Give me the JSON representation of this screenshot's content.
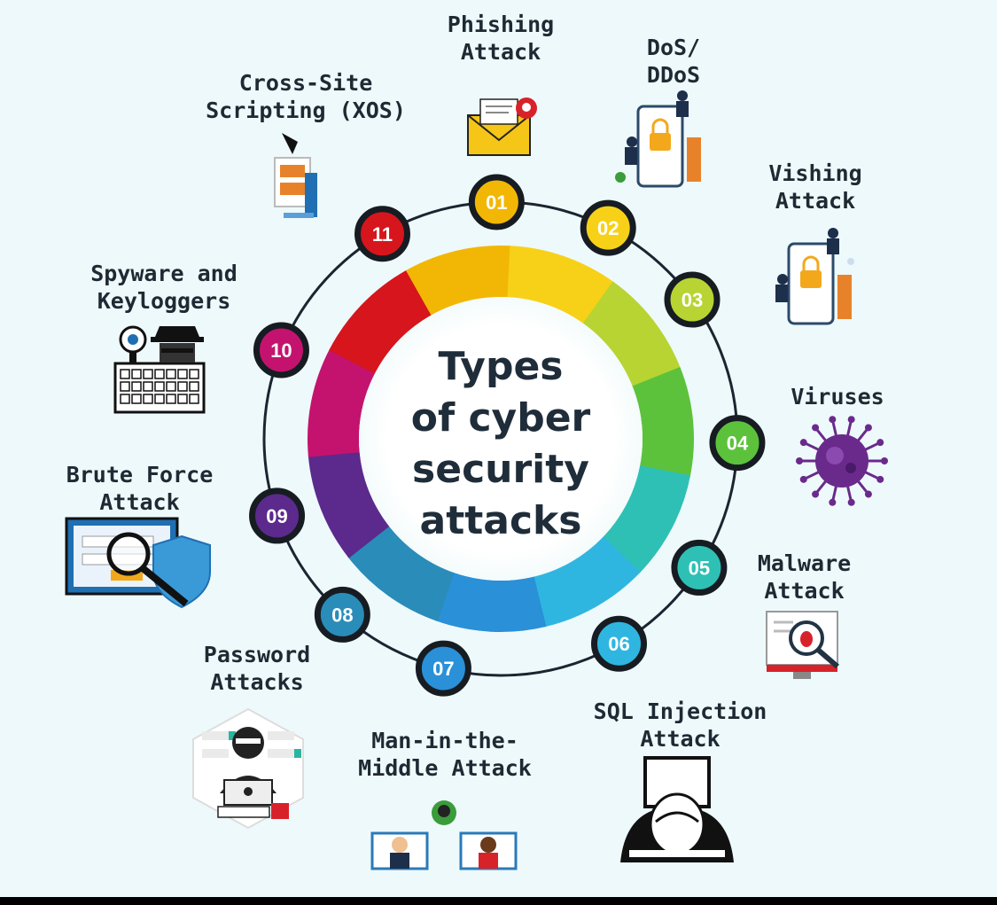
{
  "title_lines": [
    "Types",
    "of cyber",
    "security",
    "attacks"
  ],
  "attacks": [
    {
      "num": "01",
      "label": "Phishing\nAttack",
      "color": "#f2b705",
      "icon": "phishing-email-icon"
    },
    {
      "num": "02",
      "label": "DoS/\nDDoS",
      "color": "#f7d117",
      "icon": "ddos-phone-lock-icon"
    },
    {
      "num": "03",
      "label": "Vishing\nAttack",
      "color": "#b8d432",
      "icon": "vishing-phone-lock-icon"
    },
    {
      "num": "04",
      "label": "Viruses",
      "color": "#5cc23c",
      "icon": "virus-icon"
    },
    {
      "num": "05",
      "label": "Malware\nAttack",
      "color": "#2ec0b5",
      "icon": "malware-bug-monitor-icon"
    },
    {
      "num": "06",
      "label": "SQL Injection\nAttack",
      "color": "#2fb6e0",
      "icon": "hacker-laptop-icon"
    },
    {
      "num": "07",
      "label": "Man-in-the-\nMiddle Attack",
      "color": "#2a90d8",
      "icon": "man-in-the-middle-icon"
    },
    {
      "num": "08",
      "label": "Password\nAttacks",
      "color": "#2a8cb8",
      "icon": "password-thief-icon"
    },
    {
      "num": "09",
      "label": "Brute Force\nAttack",
      "color": "#5b2a8c",
      "icon": "brute-force-shield-icon"
    },
    {
      "num": "10",
      "label": "Spyware and\nKeyloggers",
      "color": "#c4136e",
      "icon": "spyware-keyboard-icon"
    },
    {
      "num": "11",
      "label": "Cross-Site\nScripting (XOS)",
      "color": "#d6151c",
      "icon": "xss-monitor-icon"
    }
  ],
  "palette": {
    "background": "#eef9fb",
    "ring_line": "#1b2430",
    "text": "#1e2a33"
  }
}
